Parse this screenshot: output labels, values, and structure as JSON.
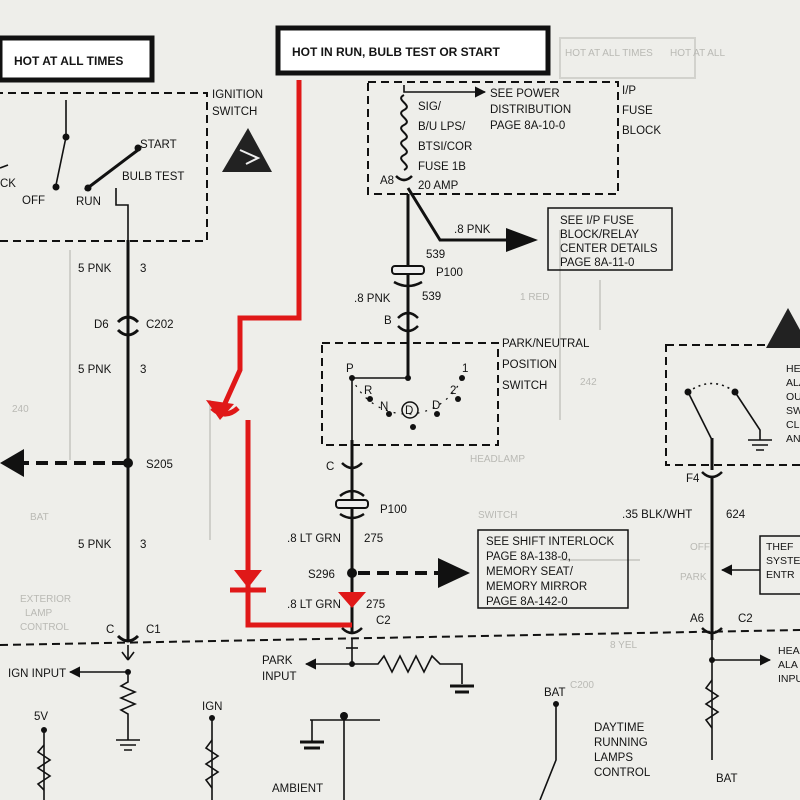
{
  "headers": {
    "hot_at_all_times": "HOT AT ALL TIMES",
    "hot_in_run": "HOT IN RUN, BULB TEST OR START"
  },
  "ignition_switch": {
    "title_line1": "IGNITION",
    "title_line2": "SWITCH",
    "start": "START",
    "bulb_test": "BULB TEST",
    "run": "RUN",
    "off": "OFF",
    "lock": "CK"
  },
  "fuse_block": {
    "title_line1": "I/P",
    "title_line2": "FUSE",
    "title_line3": "BLOCK",
    "sig": "SIG/",
    "bu_lps": "B/U LPS/",
    "btsi": "BTSI/COR",
    "fuse_name": "FUSE 1B",
    "fuse_rating": "20 AMP",
    "terminal": "A8",
    "see_power_1": "SEE POWER",
    "see_power_2": "DISTRIBUTION",
    "see_power_3": "PAGE 8A-10-0"
  },
  "relay_ref": {
    "line1": "SEE I/P FUSE",
    "line2": "BLOCK/RELAY",
    "line3": "CENTER DETAILS",
    "line4": "PAGE 8A-11-0"
  },
  "wires": {
    "pnk_8": ".8 PNK",
    "circuit_539": "539",
    "pnk_5": "5 PNK",
    "circuit_3": "3",
    "lt_grn": ".8 LT GRN",
    "circuit_275": "275",
    "blk_wht": ".35 BLK/WHT",
    "circuit_624": "624"
  },
  "connectors": {
    "p100": "P100",
    "p100_b": "P100",
    "c202": "C202",
    "d6": "D6",
    "s205": "S205",
    "s296": "S296",
    "c1": "C1",
    "c1_pin": "C",
    "c2": "C2",
    "c2_right": "C2",
    "b": "B",
    "c": "C",
    "f4": "F4",
    "a6": "A6"
  },
  "park_neutral": {
    "title_line1": "PARK/NEUTRAL",
    "title_line2": "POSITION",
    "title_line3": "SWITCH",
    "p": "P",
    "r": "R",
    "n": "N",
    "d_circle": "D",
    "d": "D",
    "one": "1",
    "two": "2"
  },
  "shift_ref": {
    "line1": "SEE SHIFT INTERLOCK",
    "line2": "PAGE 8A-138-0,",
    "line3": "MEMORY SEAT/",
    "line4": "MEMORY MIRROR",
    "line5": "PAGE 8A-142-0"
  },
  "bottom": {
    "ign_input": "IGN INPUT",
    "park_input_1": "PARK",
    "park_input_2": "INPUT",
    "v5": "5V",
    "ign": "IGN",
    "bat": "BAT",
    "bat_bottom": "BAT",
    "drl_1": "DAYTIME",
    "drl_2": "RUNNING",
    "drl_3": "LAMPS",
    "drl_4": "CONTROL",
    "ambient": "AMBIENT"
  },
  "right_edge": {
    "hea_top_1": "HEA",
    "hea_top_2": "ALA",
    "hea_top_3": "OU",
    "hea_top_4": "SW",
    "hea_top_5": "CL",
    "hea_top_6": "AN",
    "theft_1": "THEF",
    "theft_2": "SYSTE",
    "theft_3": "ENTR",
    "hea_bot_1": "HEA",
    "hea_bot_2": "ALA",
    "hea_bot_3": "INPU"
  },
  "bleed_through": {
    "t1": "HOT AT ALL TIMES",
    "t2": "HOT AT ALL",
    "t3": "HEADLAMP",
    "t4": "SWITCH",
    "t5": "BAT",
    "t6": "EXTERIOR",
    "t7": "LAMP",
    "t8": "CONTROL",
    "t9": "C200",
    "t10": "8 YEL",
    "t11": "242",
    "t12": "1 RED",
    "t13": "240",
    "t14": "OFF",
    "t15": "PARK"
  }
}
